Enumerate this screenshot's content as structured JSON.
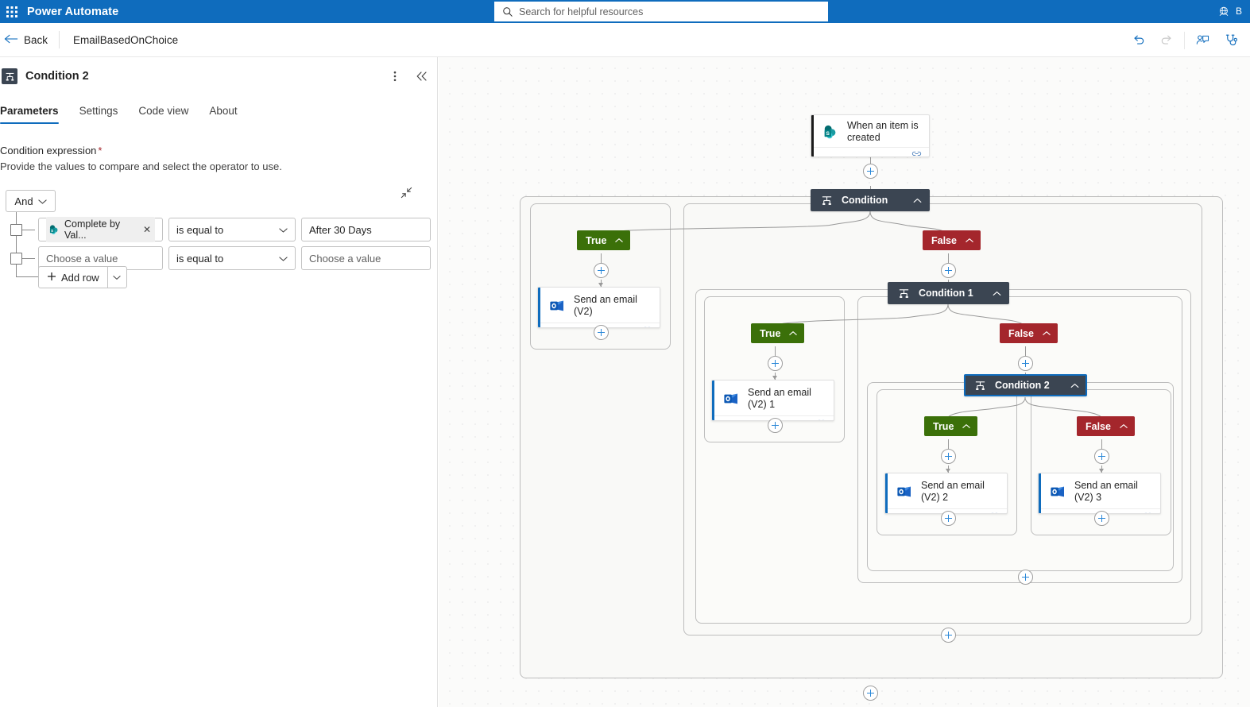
{
  "brand": {
    "waffle_label": "app-launcher",
    "title": "Power Automate",
    "globe_icon": "globe-icon",
    "initials": "B"
  },
  "search": {
    "placeholder": "Search for helpful resources",
    "value": "",
    "icon": "search-icon"
  },
  "commandbar": {
    "back_label": "Back",
    "flow_name": "EmailBasedOnChoice",
    "undo_icon": "undo-icon",
    "redo_icon": "redo-icon",
    "copilot_icon": "copilot-feedback-icon",
    "checker_icon": "flow-checker-stethoscope-icon"
  },
  "panel": {
    "node_icon": "condition-icon",
    "title": "Condition 2",
    "overflow_icon": "more-vertical-icon",
    "collapse_icon": "double-chevron-left-icon",
    "tabs": [
      {
        "label": "Parameters",
        "active": true
      },
      {
        "label": "Settings",
        "active": false
      },
      {
        "label": "Code view",
        "active": false
      },
      {
        "label": "About",
        "active": false
      }
    ],
    "field_label": "Condition expression",
    "required_mark": "*",
    "field_description": "Provide the values to compare and select the operator to use.",
    "group_operator": "And",
    "expand_icon": "collapse-diagonal-icon",
    "rows": [
      {
        "left_token": "Complete by Val...",
        "left_token_icon": "sharepoint-icon",
        "left_is_token": true,
        "operator": "is equal to",
        "right_value": "After 30 Days",
        "right_is_placeholder": false,
        "more_icon": "more-horizontal-icon"
      },
      {
        "left_token": "Choose a value",
        "left_is_token": false,
        "operator": "is equal to",
        "right_value": "Choose a value",
        "right_is_placeholder": true,
        "more_icon": "more-horizontal-icon"
      }
    ],
    "add_row_label": "Add row",
    "add_row_plus": "+"
  },
  "canvas": {
    "trigger": {
      "title": "When an item is created",
      "icon": "sharepoint-icon",
      "accent": "#1b1b1b",
      "link_icon": "link-chain-icon"
    },
    "conditions": [
      {
        "id": "condition",
        "title": "Condition",
        "icon": "condition-icon",
        "selected": false
      },
      {
        "id": "condition1",
        "title": "Condition 1",
        "icon": "condition-icon",
        "selected": false
      },
      {
        "id": "condition2",
        "title": "Condition 2",
        "icon": "condition-icon",
        "selected": true
      }
    ],
    "branch_labels": {
      "true": "True",
      "false": "False",
      "chevron": "chevron-up-icon"
    },
    "emails": [
      {
        "id": "email0",
        "title": "Send an email (V2)",
        "icon": "outlook-icon",
        "accent": "#0f6cbd",
        "link_icon": "link-chain-icon"
      },
      {
        "id": "email1",
        "title": "Send an email (V2) 1",
        "icon": "outlook-icon",
        "accent": "#0f6cbd",
        "link_icon": "link-chain-icon"
      },
      {
        "id": "email2",
        "title": "Send an email (V2) 2",
        "icon": "outlook-icon",
        "accent": "#0f6cbd",
        "link_icon": "link-chain-icon"
      },
      {
        "id": "email3",
        "title": "Send an email (V2) 3",
        "icon": "outlook-icon",
        "accent": "#0f6cbd",
        "link_icon": "link-chain-icon"
      }
    ],
    "add_step_icon": "plus-circle-icon"
  },
  "colors": {
    "brand_blue": "#0f6cbd",
    "true_green": "#3b7009",
    "false_red": "#a4262c",
    "condition_dark": "#3b4552",
    "plus_blue": "#2b88d8",
    "canvas_bg": "#fbfbfa"
  }
}
